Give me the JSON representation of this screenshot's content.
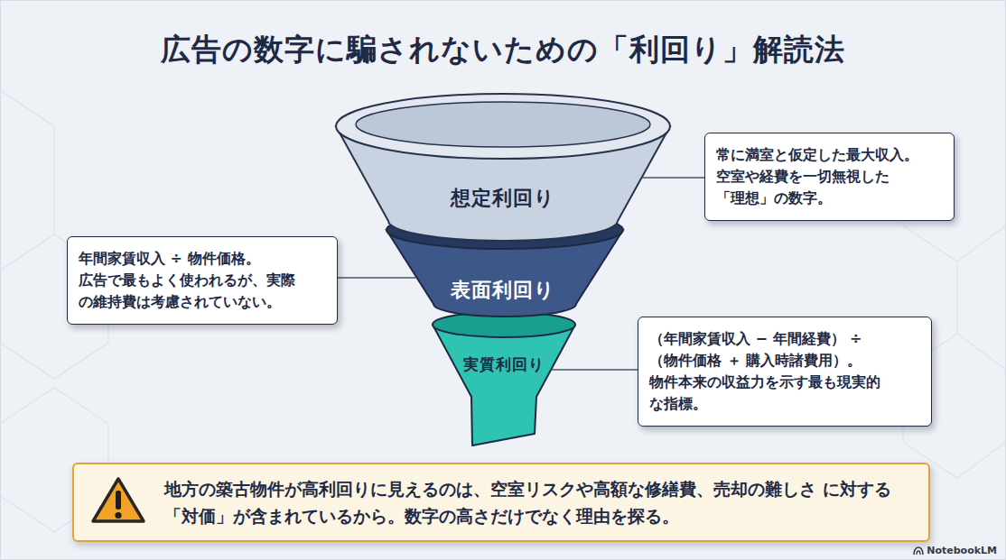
{
  "diagram": {
    "title": "広告の数字に騙されないための「利回り」解読法",
    "nodes": [
      {
        "text": [
          "想定利回り"
        ]
      },
      {
        "text": [
          "常に満室と仮定した最大収入。 空室や経費を一切無視した 「理想」の数字。"
        ]
      },
      {
        "text": [
          "年間家賃収入 ÷ 物件価格。 広告で最もよく使われるが、実際 の維持費は考慮されていない。"
        ]
      },
      {
        "text": [
          "表面利回り"
        ]
      },
      {
        "text": [
          "実質利回り"
        ]
      },
      {
        "text": [
          "（年間家賃収入 − 年間経費） ÷（物件価格 ＋ 購入時諸費用）。 物件本来の収益力を示す最も現実的 な指標。"
        ]
      },
      {
        "text": [
          "地方の築古物件が高利回りに見えるのは、空室リスクや高額な修繕費、売却の難しさ に対する「対価」が含まれているから。数字の高さだけでなく理由を探る。"
        ]
      }
    ],
    "edges": [
      {
        "from": 0,
        "to": 1,
        "arrow": "none"
      },
      {
        "from": 3,
        "to": 2,
        "arrow": "none"
      },
      {
        "from": 4,
        "to": 5,
        "arrow": "none"
      }
    ],
    "labels": [
      "NotebookLM"
    ]
  }
}
